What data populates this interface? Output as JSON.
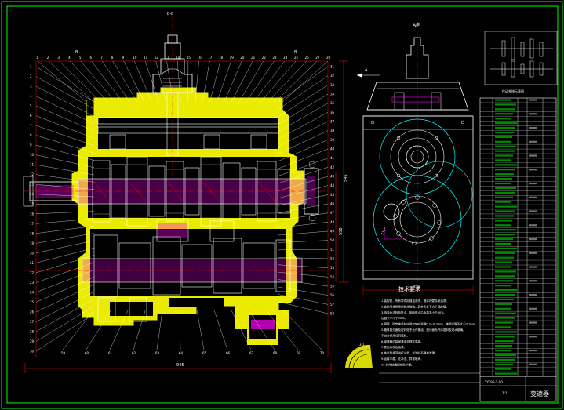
{
  "views": {
    "section_label": "B-B",
    "view_a_label": "A向",
    "arrow_label": "A",
    "section_left_label": "B",
    "section_right_label": "B"
  },
  "dimensions": {
    "width_main": "945",
    "height_main": "546",
    "height_inner": "550",
    "width_side": "450",
    "angle_label": "110°"
  },
  "tech": {
    "title": "技术要求",
    "lines": [
      "1.装配前，所有零件用煤油清洗，箱体内壁涂耐油漆。",
      "2.齿轮啮合侧隙用铅丝检验，其余各处不大于规定值。",
      "3.用涂色法检验斑点，接触斑点沿齿高不小于40%，",
      "  沿齿长不小于50%。",
      "4.调整、固定轴承时应留有轴向游隙0.2~0.3mm，轴承间隙不大于0.1mm。",
      "5.箱体剖分面及密封处不允许漏油，剖分面允许涂密封胶或水玻璃，",
      "  不允许使用任何填料。",
      "6.减速器内装润滑油至规定高度。",
      "7.表面涂灰色油漆。",
      "8.按试验规范进行试验，试验时不得有渗漏。",
      "9.运转平稳，无冲击、异常噪声。",
      "10.外伸轴端配有防护罩。"
    ]
  },
  "detail_label": "3:1",
  "parts_table": {
    "caption": "传动系统示意图"
  },
  "title_block": {
    "drawing_name": "变速器",
    "drawing_no": "YYF96-1-00",
    "scale": "1:1"
  },
  "leader_numbers_top": [
    "1",
    "2",
    "3",
    "4",
    "5",
    "6",
    "7",
    "8",
    "9",
    "10",
    "11",
    "12",
    "13",
    "14",
    "15",
    "16",
    "17",
    "18",
    "19",
    "20",
    "21",
    "22",
    "23",
    "24",
    "25",
    "26",
    "27",
    "28"
  ],
  "leader_numbers_left": [
    "1",
    "2",
    "3",
    "4",
    "5",
    "6",
    "7",
    "8",
    "9",
    "10",
    "11",
    "12",
    "13",
    "14",
    "15",
    "16",
    "17",
    "18",
    "19",
    "20",
    "21",
    "22",
    "23",
    "24",
    "25",
    "26",
    "27",
    "28",
    "29",
    "30"
  ],
  "leader_numbers_right": [
    "31",
    "32",
    "33",
    "34",
    "35",
    "36",
    "37",
    "38",
    "39",
    "40",
    "41",
    "42",
    "43",
    "44",
    "45",
    "46",
    "47",
    "48",
    "49",
    "50",
    "51",
    "52",
    "53",
    "54",
    "55",
    "56",
    "57",
    "58"
  ],
  "leader_numbers_bottom": [
    "59",
    "60",
    "61",
    "62",
    "63",
    "64",
    "65",
    "66",
    "67",
    "68",
    "69",
    "70"
  ],
  "colors": {
    "background": "#000000",
    "frame": "#00ff00",
    "body": "#ffff00",
    "shaft": "#ff00ff",
    "centerline": "#ff0000",
    "circle": "#00ffff",
    "line": "#ffffff"
  }
}
